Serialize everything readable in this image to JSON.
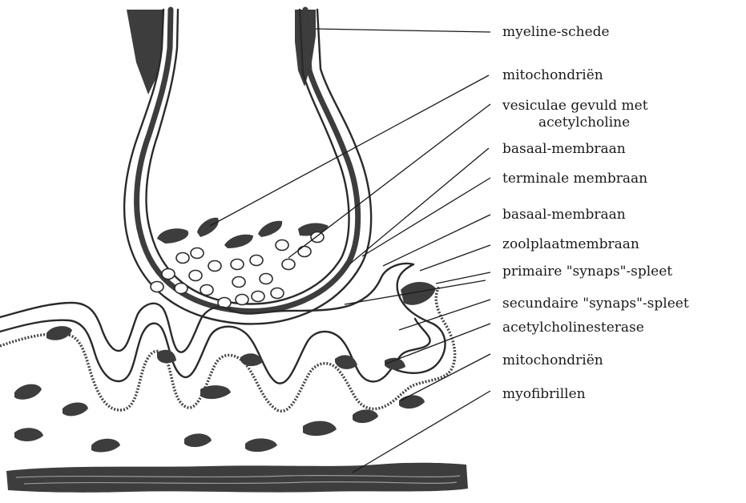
{
  "labels": {
    "myelin_sheath": "myeline-schede",
    "mitochondria_top": "mitochondriën",
    "vesicles_line1": "vesiculae gevuld met",
    "vesicles_line2": "acetylcholine",
    "basal_membrane_1": "basaal-membraan",
    "terminal_membrane": "terminale membraan",
    "basal_membrane_2": "basaal-membraan",
    "endplate_membrane": "zoolplaatmembraan",
    "primary_cleft": "primaire \"synaps\"-spleet",
    "secondary_cleft": "secundaire \"synaps\"-spleet",
    "acetylcholinesterase": "acetylcholinesterase",
    "mitochondria_bottom": "mitochondriën",
    "myofibrils": "myofibrillen"
  }
}
